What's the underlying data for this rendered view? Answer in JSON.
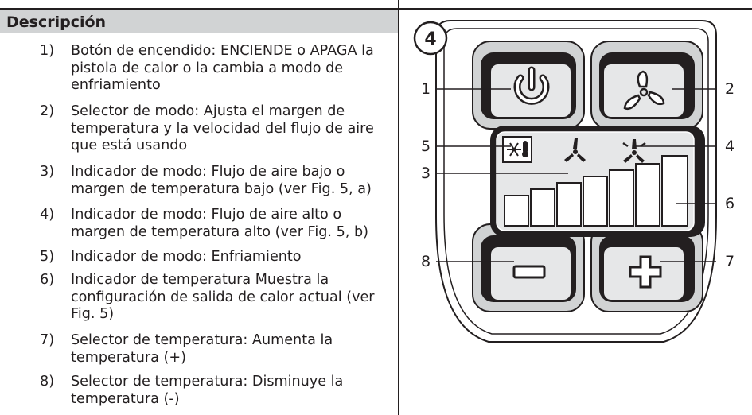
{
  "header": {
    "title": "Descripción"
  },
  "items": [
    {
      "num": "1)",
      "text": "Botón de encendido: ENCIENDE o APAGA la pistola de calor o la cambia a modo de enfriamiento"
    },
    {
      "num": "2)",
      "text": "Selector de modo: Ajusta el margen de temperatura y la velocidad del flujo de aire que está usando"
    },
    {
      "num": "3)",
      "text": "Indicador de modo: Flujo de aire bajo o margen de temperatura bajo (ver Fig. 5, a)"
    },
    {
      "num": "4)",
      "text": "Indicador de modo: Flujo de aire alto o margen de temperatura alto (ver Fig. 5, b)"
    },
    {
      "num": "5)",
      "text": "Indicador de modo: Enfriamiento"
    },
    {
      "num": "6)",
      "text": "Indicador de temperatura Muestra la configuración de salida de calor actual (ver Fig. 5)"
    },
    {
      "num": "7)",
      "text": "Selector de temperatura: Aumenta la temperatura (+)"
    },
    {
      "num": "8)",
      "text": "Selector de temperatura: Disminuye la temperatura (-)"
    }
  ],
  "figure": {
    "number": "4",
    "callouts": {
      "c1": "1",
      "c2": "2",
      "c3": "3",
      "c4": "4",
      "c5": "5",
      "c6": "6",
      "c7": "7",
      "c8": "8"
    },
    "icons": [
      "power-icon",
      "fan-icon",
      "snowflake-thermometer-icon",
      "fan-low-icon",
      "fan-high-icon",
      "minus-icon",
      "plus-icon"
    ]
  }
}
